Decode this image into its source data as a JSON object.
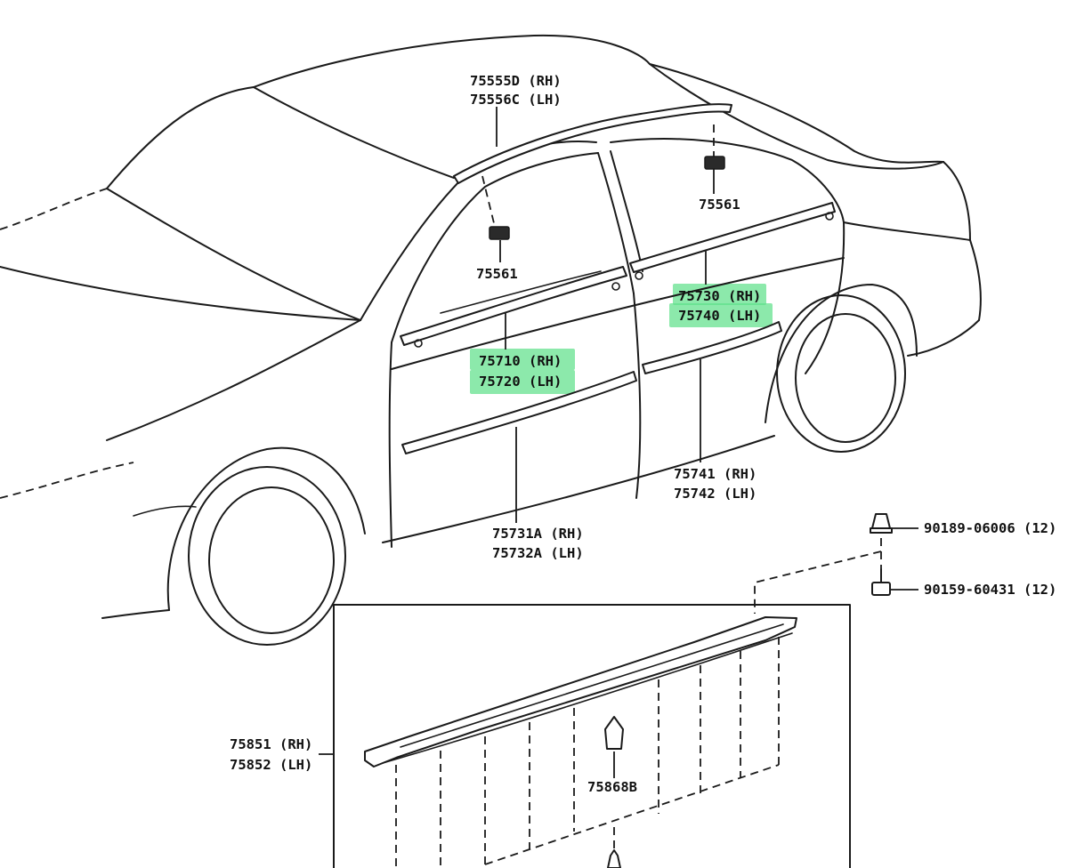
{
  "diagram": {
    "highlight_color": "#5fe08a",
    "labels": {
      "roof_molding_rh": "75555D (RH)",
      "roof_molding_lh": "75556C (LH)",
      "clip_front": "75561",
      "clip_rear": "75561",
      "front_belt_rh": "75710 (RH)",
      "front_belt_lh": "75720 (LH)",
      "rear_belt_rh": "75730 (RH)",
      "rear_belt_lh": "75740 (LH)",
      "rear_side_rh": "75741 (RH)",
      "rear_side_lh": "75742 (LH)",
      "front_side_rh": "75731A (RH)",
      "front_side_lh": "75732A (LH)",
      "rocker_rh": "75851 (RH)",
      "rocker_lh": "75852 (LH)",
      "clip_rocker": "75868B",
      "nut": "90189-06006 (12)",
      "screw": "90159-60431 (12)"
    },
    "highlighted": [
      "front_belt_rh",
      "front_belt_lh",
      "rear_belt_rh",
      "rear_belt_lh"
    ]
  }
}
